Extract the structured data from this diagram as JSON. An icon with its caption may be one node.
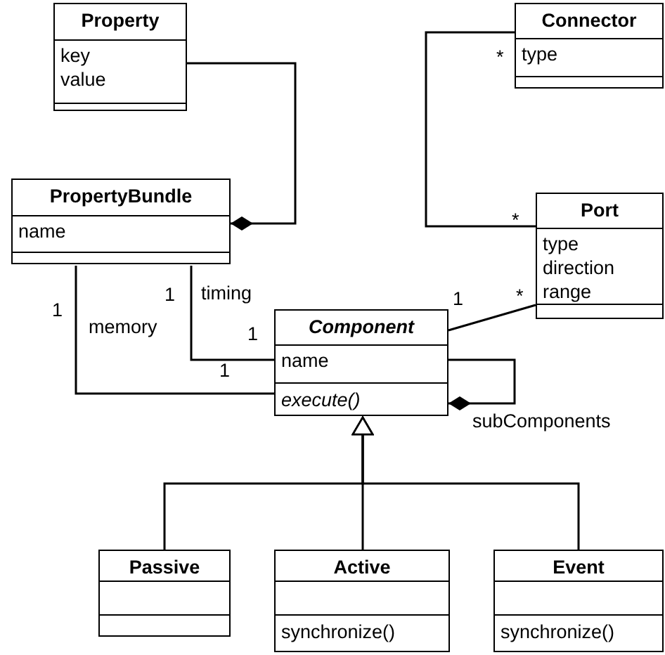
{
  "diagram": {
    "nodes": [
      {
        "text": [
          "Property",
          "key",
          "value"
        ]
      },
      {
        "text": [
          "Connector",
          "type"
        ]
      },
      {
        "text": [
          "PropertyBundle",
          "name"
        ]
      },
      {
        "text": [
          "Port",
          "type",
          "direction",
          "range"
        ]
      },
      {
        "text": [
          "Component",
          "name",
          "execute()"
        ]
      },
      {
        "text": [
          "Passive"
        ]
      },
      {
        "text": [
          "Active",
          "synchronize()"
        ]
      },
      {
        "text": [
          "Event",
          "synchronize()"
        ]
      }
    ],
    "edges": [
      {
        "from": 0,
        "to": 2,
        "arrow": "other"
      },
      {
        "from": 1,
        "to": 3,
        "arrow": "none"
      },
      {
        "from": 2,
        "to": 4,
        "arrow": "none",
        "label": "timing"
      },
      {
        "from": 2,
        "to": 4,
        "arrow": "none",
        "label": "memory"
      },
      {
        "from": 3,
        "to": 4,
        "arrow": "none"
      },
      {
        "from": 4,
        "to": 4,
        "arrow": "other",
        "label": "subComponents"
      },
      {
        "from": 5,
        "to": 4,
        "arrow": "to"
      },
      {
        "from": 6,
        "to": 4,
        "arrow": "to"
      },
      {
        "from": 7,
        "to": 4,
        "arrow": "to"
      }
    ],
    "labels": [
      "*",
      "*",
      "*",
      "1",
      "1",
      "1",
      "1",
      "1"
    ]
  }
}
